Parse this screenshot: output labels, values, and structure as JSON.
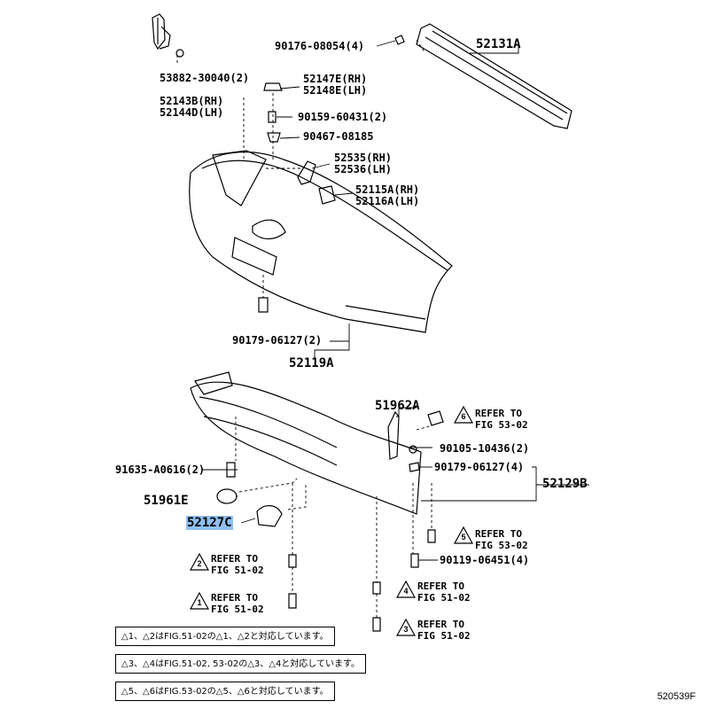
{
  "labels": {
    "p90176": "90176-08054(4)",
    "p52131A": "52131A",
    "p53882": "53882-30040(2)",
    "p52143B": "52143B(RH)",
    "p52144D": "52144D(LH)",
    "p52147E": "52147E(RH)",
    "p52148E": "52148E(LH)",
    "p90159": "90159-60431(2)",
    "p90467": "90467-08185",
    "p52535": "52535(RH)",
    "p52536": "52536(LH)",
    "p52115A": "52115A(RH)",
    "p52116A": "52116A(LH)",
    "p90179a": "90179-06127(2)",
    "p52119A": "52119A",
    "p51962A": "51962A",
    "p90105": "90105-10436(2)",
    "p90179b": "90179-06127(4)",
    "p52129B": "52129B",
    "p91635": "91635-A0616(2)",
    "p51961E": "51961E",
    "p52127C": "52127C",
    "p90119": "90119-06451(4)"
  },
  "refs": {
    "ref1": "REFER TO\nFIG 51-02",
    "ref2": "REFER TO\nFIG 51-02",
    "ref3": "REFER TO\nFIG 51-02",
    "ref4": "REFER TO\nFIG 51-02",
    "ref5": "REFER TO\nFIG 53-02",
    "ref6": "REFER TO\nFIG 53-02"
  },
  "ref_numbers": {
    "ref1": "2",
    "ref2": "1",
    "ref3": "4",
    "ref4": "3",
    "ref5": "6",
    "ref6": "5"
  },
  "notes": {
    "n1": "△1、△2はFIG.51-02の△1、△2と対応しています。",
    "n2": "△3、△4はFIG.51-02, 53-02の△3、△4と対応しています。",
    "n3": "△5、△6はFIG.53-02の△5、△6と対応しています。"
  },
  "figure_number": "520539F",
  "highlight_color": "#8fbff0"
}
